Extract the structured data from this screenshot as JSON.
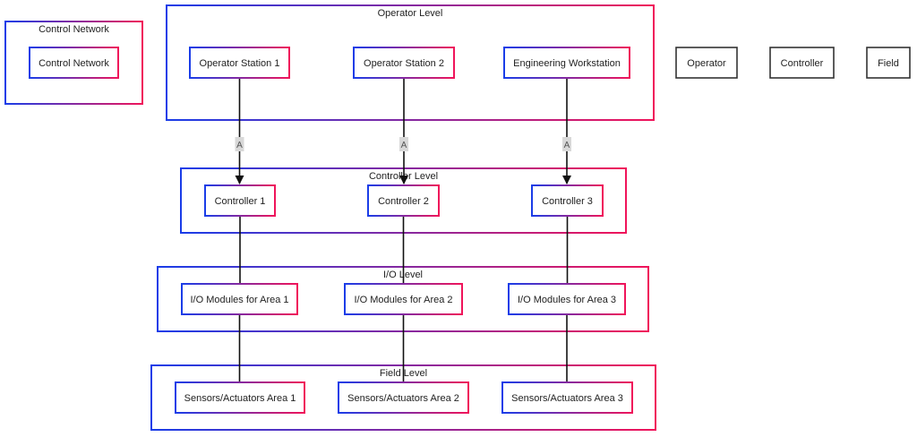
{
  "colors": {
    "gradient_start": "#1a3de8",
    "gradient_end": "#f0145a",
    "edge": "#111111",
    "edge_label_bg": "#d8d8d8",
    "plain_border": "#333333"
  },
  "groups": [
    {
      "id": "control-network",
      "title": "Control Network"
    },
    {
      "id": "operator-level",
      "title": "Operator Level"
    },
    {
      "id": "controller-level",
      "title": "Controller Level"
    },
    {
      "id": "io-level",
      "title": "I/O Level"
    },
    {
      "id": "field-level",
      "title": "Field Level"
    }
  ],
  "nodes": [
    {
      "id": "cn",
      "label": "Control Network",
      "style": "gradient"
    },
    {
      "id": "os1",
      "label": "Operator Station 1",
      "style": "gradient"
    },
    {
      "id": "os2",
      "label": "Operator Station 2",
      "style": "gradient"
    },
    {
      "id": "ews",
      "label": "Engineering Workstation",
      "style": "gradient"
    },
    {
      "id": "leg-op",
      "label": "Operator",
      "style": "plain"
    },
    {
      "id": "leg-ctrl",
      "label": "Controller",
      "style": "plain"
    },
    {
      "id": "leg-field",
      "label": "Field",
      "style": "plain"
    },
    {
      "id": "c1",
      "label": "Controller 1",
      "style": "gradient"
    },
    {
      "id": "c2",
      "label": "Controller 2",
      "style": "gradient"
    },
    {
      "id": "c3",
      "label": "Controller 3",
      "style": "gradient"
    },
    {
      "id": "io1",
      "label": "I/O Modules for Area 1",
      "style": "gradient"
    },
    {
      "id": "io2",
      "label": "I/O Modules for Area 2",
      "style": "gradient"
    },
    {
      "id": "io3",
      "label": "I/O Modules for Area 3",
      "style": "gradient"
    },
    {
      "id": "sa1",
      "label": "Sensors/Actuators Area 1",
      "style": "gradient"
    },
    {
      "id": "sa2",
      "label": "Sensors/Actuators Area 2",
      "style": "gradient"
    },
    {
      "id": "sa3",
      "label": "Sensors/Actuators Area 3",
      "style": "gradient"
    }
  ],
  "edges": [
    {
      "from": "os1",
      "to": "c1",
      "label": "A",
      "arrow": true
    },
    {
      "from": "os2",
      "to": "c2",
      "label": "A",
      "arrow": true
    },
    {
      "from": "ews",
      "to": "c3",
      "label": "A",
      "arrow": true
    },
    {
      "from": "c1",
      "to": "io1",
      "label": "",
      "arrow": false
    },
    {
      "from": "c2",
      "to": "io2",
      "label": "",
      "arrow": false
    },
    {
      "from": "c3",
      "to": "io3",
      "label": "",
      "arrow": false
    },
    {
      "from": "io1",
      "to": "sa1",
      "label": "",
      "arrow": false
    },
    {
      "from": "io2",
      "to": "sa2",
      "label": "",
      "arrow": false
    },
    {
      "from": "io3",
      "to": "sa3",
      "label": "",
      "arrow": false
    }
  ]
}
